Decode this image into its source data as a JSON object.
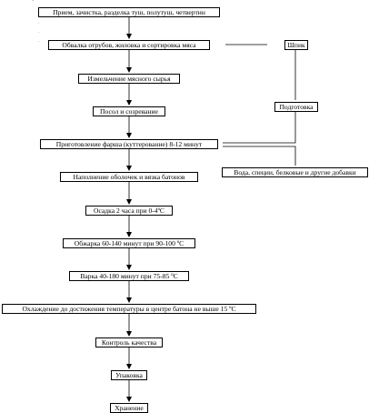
{
  "diagram": {
    "steps": [
      "Прием, зачистка, разделка туш, полутуш, четвертин",
      "Обвалка отрубов, жиловка и сортировка мяса",
      "Измельчение мясного сырья",
      "Посол и созревание",
      "Приготовление фарша (куттерование) 8-12 минут",
      "Наполнение оболочек и вязка батонов",
      "Осадка 2 часа при 0-4ºС",
      "Обжарка 60-140 минут при 90-100 ºС",
      "Варка 40-180 минут при 75-85 ºС",
      "Охлаждение до достижения температуры в центре батона не выше 15 ºС",
      "Контроль качества",
      "Упаковка",
      "Хранение"
    ],
    "side": {
      "bacon": "Шпик",
      "preparation": "Подготовка",
      "additives": "Вода, специи, белковые и другие добавки"
    }
  }
}
